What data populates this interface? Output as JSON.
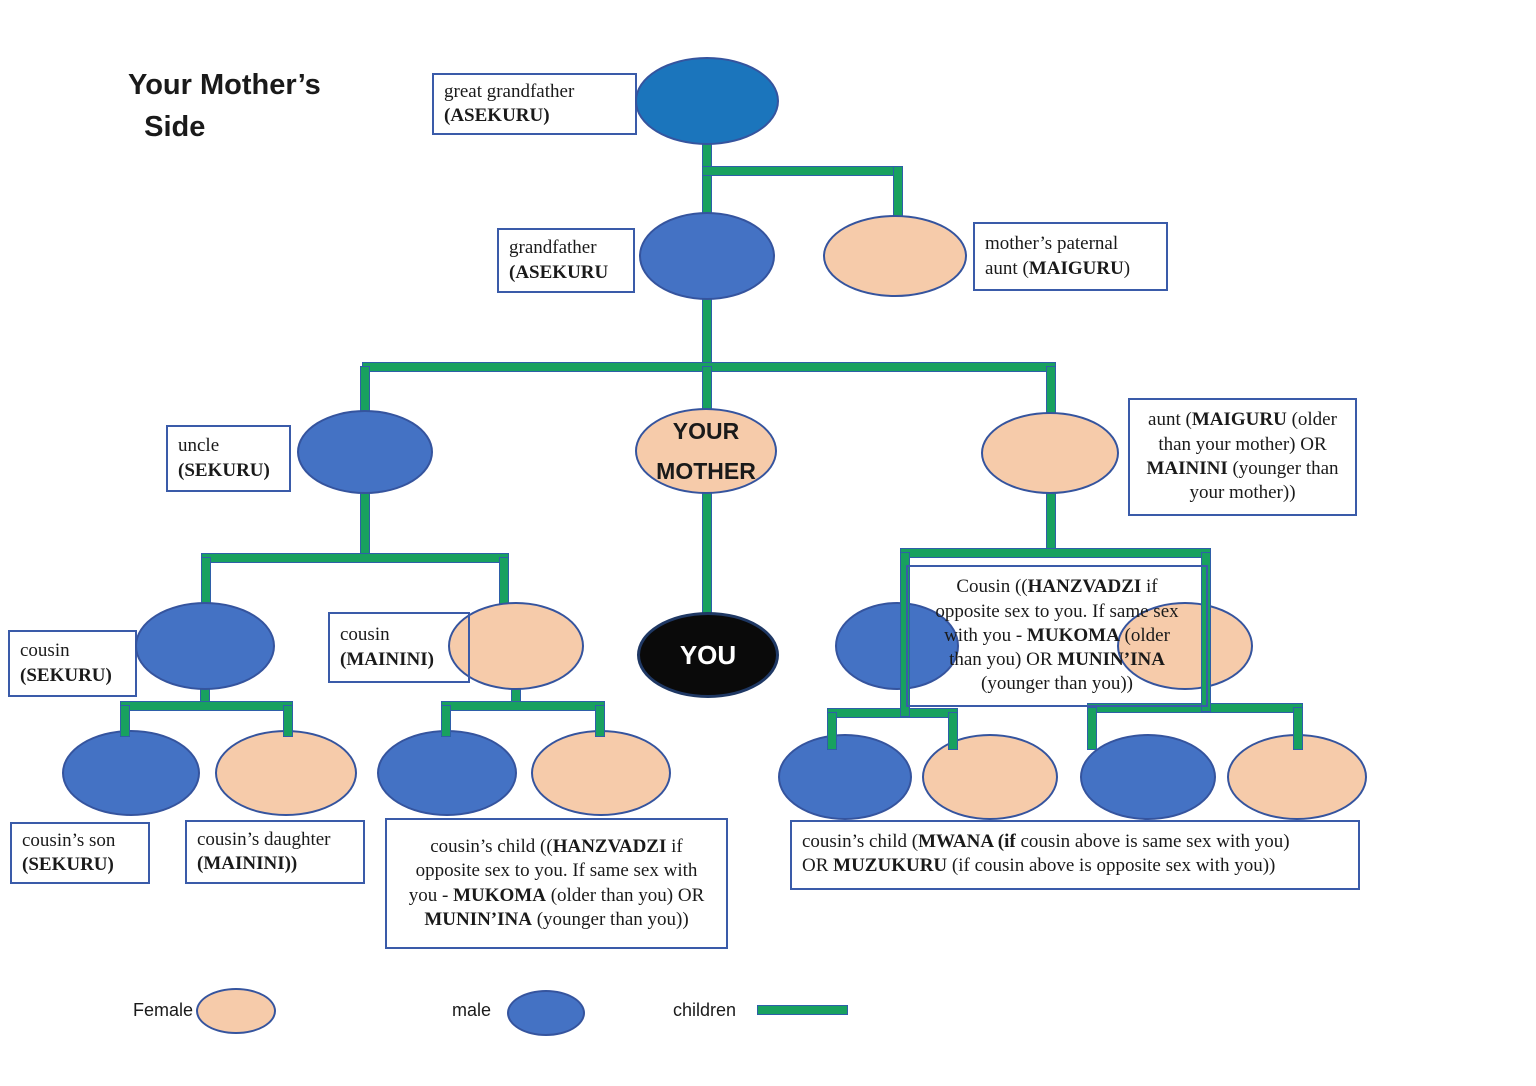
{
  "title": "Your Mother’s\n  Side",
  "colors": {
    "male_dark": "#1B75BC",
    "male": "#4472C4",
    "female": "#F6CBAA",
    "you_fill": "#0A0A0A",
    "connector_green": "#18A15F",
    "box_border": "#3A5BA9"
  },
  "ellipse_text": {
    "mother": "YOUR\nMOTHER",
    "you": "YOU"
  },
  "labels": {
    "ggf": [
      {
        "t": "great grandfather\n"
      },
      {
        "t": "(ASEKURU)",
        "b": true
      }
    ],
    "gf": [
      {
        "t": "grandfather\n"
      },
      {
        "t": "(ASEKURU",
        "b": true
      }
    ],
    "mpa": [
      {
        "t": "mother’s paternal\naunt ("
      },
      {
        "t": "MAIGURU",
        "b": true
      },
      {
        "t": ")"
      }
    ],
    "uncle": [
      {
        "t": "uncle\n"
      },
      {
        "t": "(SEKURU)",
        "b": true
      }
    ],
    "aunt": [
      {
        "t": "aunt ("
      },
      {
        "t": "MAIGURU",
        "b": true
      },
      {
        "t": " (older\nthan your mother) OR\n"
      },
      {
        "t": "MAININI",
        "b": true
      },
      {
        "t": " (younger than\nyour mother))"
      }
    ],
    "cousin_m": [
      {
        "t": "cousin\n"
      },
      {
        "t": "(SEKURU)",
        "b": true
      }
    ],
    "cousin_f": [
      {
        "t": "cousin\n"
      },
      {
        "t": "(MAININI)",
        "b": true
      }
    ],
    "rcousin": [
      {
        "t": "Cousin (("
      },
      {
        "t": "HANZVADZI",
        "b": true
      },
      {
        "t": " if\nopposite sex to you. If same sex\nwith you - "
      },
      {
        "t": "MUKOMA",
        "b": true
      },
      {
        "t": " (older\nthan you) OR "
      },
      {
        "t": "MUNIN’INA",
        "b": true
      },
      {
        "t": "\n(younger than you))"
      }
    ],
    "cs_son": [
      {
        "t": "cousin’s son\n"
      },
      {
        "t": "(SEKURU)",
        "b": true
      }
    ],
    "cs_dau": [
      {
        "t": "cousin’s daughter\n"
      },
      {
        "t": "(MAININI))",
        "b": true
      }
    ],
    "cc1": [
      {
        "t": "cousin’s child (("
      },
      {
        "t": "HANZVADZI",
        "b": true
      },
      {
        "t": " if\nopposite sex to you. If same sex with\nyou - "
      },
      {
        "t": "MUKOMA",
        "b": true
      },
      {
        "t": " (older than you) OR\n"
      },
      {
        "t": "MUNIN’INA",
        "b": true
      },
      {
        "t": " (younger than you))"
      }
    ],
    "rcc": [
      {
        "t": "cousin’s child ("
      },
      {
        "t": "MWANA (if",
        "b": true
      },
      {
        "t": " cousin above is same sex with you)\nOR "
      },
      {
        "t": "MUZUKURU",
        "b": true
      },
      {
        "t": " (if cousin above is opposite sex with you))"
      }
    ]
  },
  "legend": {
    "female": "Female",
    "male": "male",
    "children": "children"
  }
}
